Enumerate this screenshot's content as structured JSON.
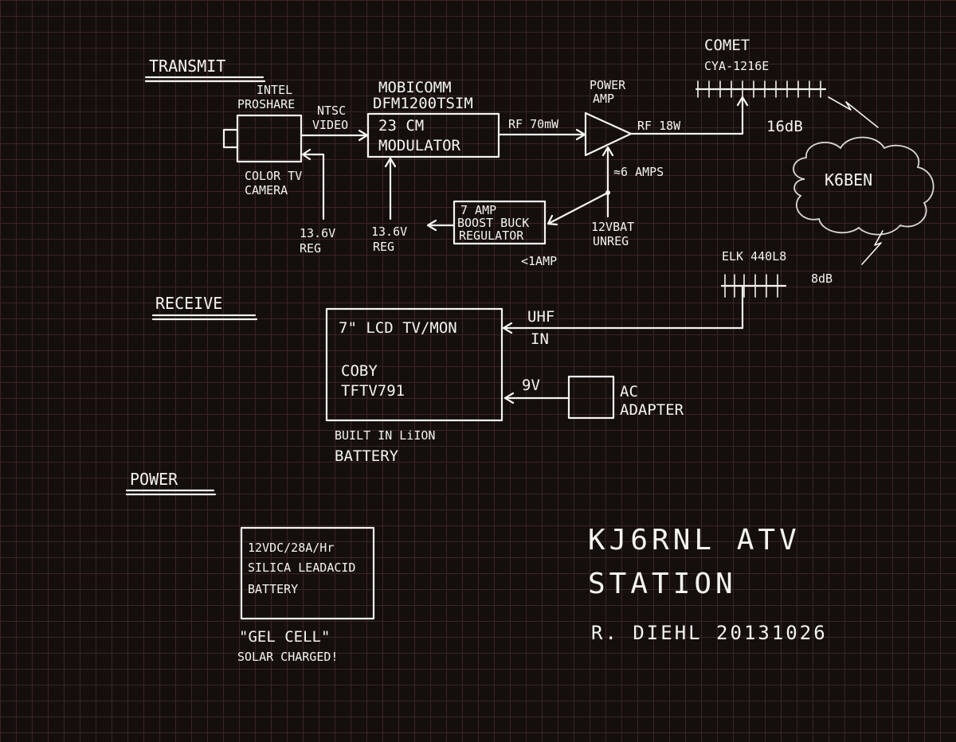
{
  "sections": {
    "transmit": "TRANSMIT",
    "receive": "RECEIVE",
    "power": "POWER"
  },
  "camera": {
    "name_line1": "INTEL",
    "name_line2": "PROSHARE",
    "caption_line1": "COLOR TV",
    "caption_line2": "CAMERA",
    "supply_line1": "13.6V",
    "supply_line2": "REG"
  },
  "ntsc_label_line1": "NTSC",
  "ntsc_label_line2": "VIDEO",
  "modulator": {
    "title_line1": "MOBICOMM",
    "title_line2": "DFM1200TSIM",
    "box_line1": "23 CM",
    "box_line2": "MODULATOR",
    "supply_line1": "13.6V",
    "supply_line2": "REG"
  },
  "rf_out_label": "RF 70mW",
  "power_amp": {
    "label_line1": "POWER",
    "label_line2": "AMP",
    "output_label": "RF 18W",
    "current_label": "≈6 AMPS"
  },
  "regulator": {
    "line1": "7 AMP",
    "line2": "BOOST BUCK",
    "line3": "REGULATOR",
    "current_label": "<1AMP"
  },
  "battery_input_line1": "12VBAT",
  "battery_input_line2": "UNREG",
  "tx_antenna": {
    "brand": "COMET",
    "model": "CYA-1216E",
    "gain": "16dB"
  },
  "cloud_label": "K6BEN",
  "rx_antenna": {
    "model": "ELK 440L8",
    "gain": "8dB"
  },
  "tv_monitor": {
    "line1": "7\" LCD TV/MON",
    "line2": "COBY",
    "line3": "TFTV791",
    "caption_line1": "BUILT IN LiION",
    "caption_line2": "BATTERY"
  },
  "uhf_label_line1": "UHF",
  "uhf_label_line2": "IN",
  "voltage_9v": "9V",
  "ac_adapter_line1": "AC",
  "ac_adapter_line2": "ADAPTER",
  "battery": {
    "line1": "12VDC/28A/Hr",
    "line2": "SILICA LEADACID",
    "line3": "BATTERY",
    "caption_line1": "\"GEL CELL\"",
    "caption_line2": "SOLAR CHARGED!"
  },
  "station_title_line1": "KJ6RNL ATV",
  "station_title_line2": "STATION",
  "signature": "R. DIEHL 20131026"
}
